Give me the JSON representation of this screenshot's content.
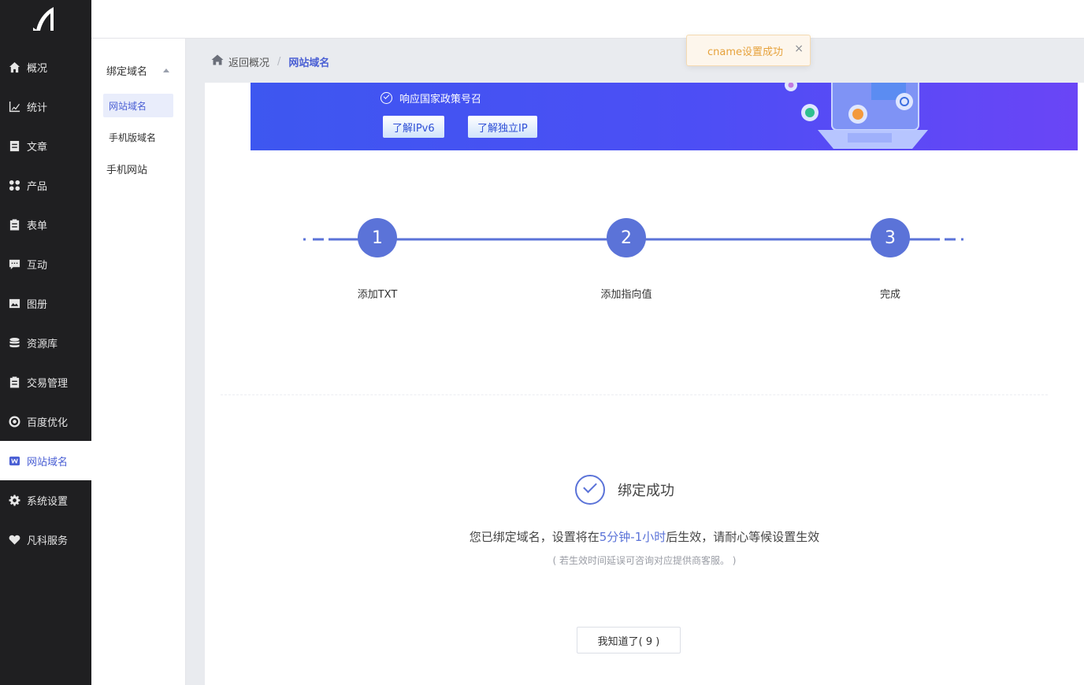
{
  "sidebar": {
    "items": [
      {
        "label": "概况",
        "icon": "home-icon"
      },
      {
        "label": "统计",
        "icon": "chart-icon"
      },
      {
        "label": "文章",
        "icon": "document-icon"
      },
      {
        "label": "产品",
        "icon": "grid-icon"
      },
      {
        "label": "表单",
        "icon": "clipboard-icon"
      },
      {
        "label": "互动",
        "icon": "chat-icon"
      },
      {
        "label": "图册",
        "icon": "image-icon"
      },
      {
        "label": "资源库",
        "icon": "database-icon"
      },
      {
        "label": "交易管理",
        "icon": "clipboard-icon"
      },
      {
        "label": "百度优化",
        "icon": "target-icon"
      },
      {
        "label": "网站域名",
        "icon": "w-icon",
        "active": true
      },
      {
        "label": "系统设置",
        "icon": "gear-icon"
      },
      {
        "label": "凡科服务",
        "icon": "heart-icon"
      }
    ]
  },
  "submenu": {
    "header": "绑定域名",
    "items": [
      "网站域名",
      "手机版域名"
    ],
    "extra": "手机网站"
  },
  "breadcrumb": {
    "home": "返回概况",
    "separator": "/",
    "current": "网站域名"
  },
  "toast": {
    "message": "cname设置成功",
    "close": "×"
  },
  "banner": {
    "notice": "响应国家政策号召",
    "button_ipv6": "了解IPv6",
    "button_ip": "了解独立IP"
  },
  "steps": [
    {
      "number": "1",
      "label": "添加TXT"
    },
    {
      "number": "2",
      "label": "添加指向值"
    },
    {
      "number": "3",
      "label": "完成"
    }
  ],
  "result": {
    "title": "绑定成功",
    "message_before": "您已绑定域名，设置将在",
    "message_highlight": "5分钟-1小时",
    "message_after": "后生效，请耐心等候设置生效",
    "note": "( 若生效时间延误可咨询对应提供商客服。 )",
    "ok_button": "我知道了( 9 )"
  },
  "colors": {
    "accent": "#5b73d8",
    "sidebar_bg": "#1f1f21",
    "toast_text": "#e6a23c",
    "toast_bg": "#fdf6ec"
  }
}
